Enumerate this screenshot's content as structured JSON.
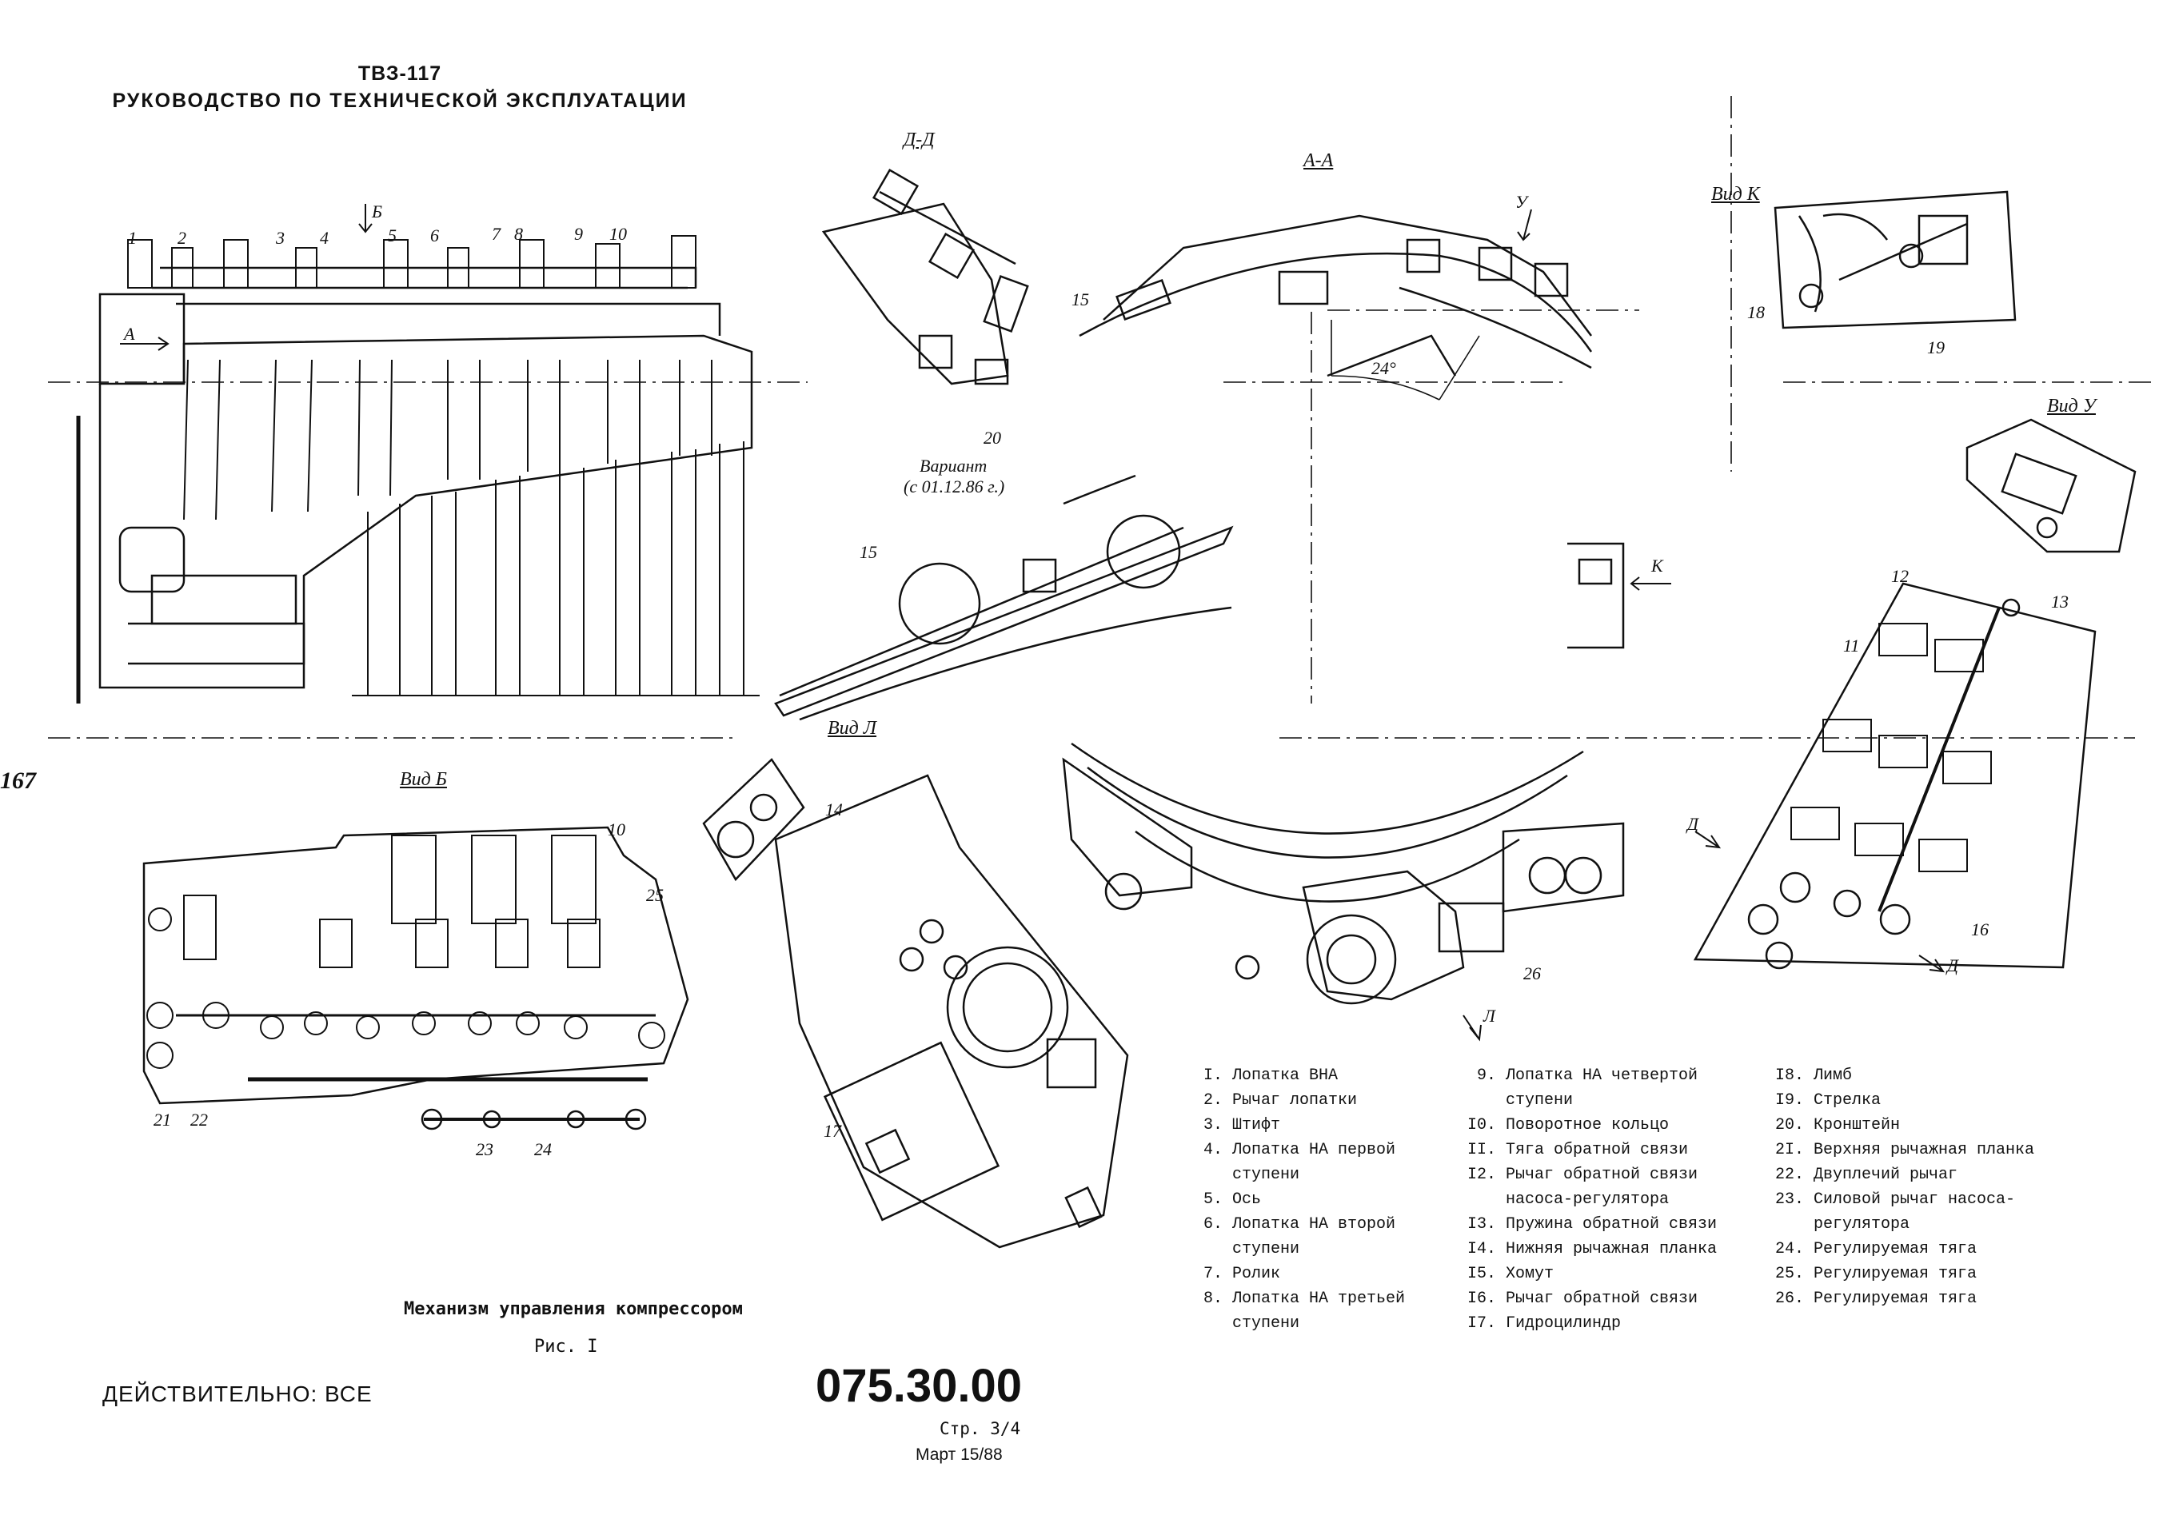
{
  "header": {
    "engine": "ТВЗ-117",
    "manual": "РУКОВОДСТВО ПО ТЕХНИЧЕСКОЙ ЭКСПЛУАТАЦИИ"
  },
  "margin_note": "167",
  "sections": {
    "dd": "Д-Д",
    "aa": "А-А",
    "vid_k": "Вид К",
    "vid_u": "Вид У",
    "vid_b": "Вид Б",
    "vid_l": "Вид Л",
    "variant_line1": "Вариант",
    "variant_line2": "(с 01.12.86 г.)",
    "angle": "24°"
  },
  "view_markers": {
    "b": "Б",
    "a": "А",
    "u": "У",
    "k": "К",
    "d1": "Д",
    "d2": "Д",
    "l": "Л"
  },
  "callouts": {
    "main": [
      "1",
      "2",
      "3",
      "4",
      "5",
      "6",
      "7",
      "8",
      "9",
      "10"
    ],
    "c20": "20",
    "c15a": "15",
    "c15b": "15",
    "c18": "18",
    "c19": "19",
    "c12": "12",
    "c13": "13",
    "c11": "11",
    "c16": "16",
    "c10b": "10",
    "c25": "25",
    "c21": "21",
    "c22": "22",
    "c23": "23",
    "c24": "24",
    "c14": "14",
    "c17": "17",
    "c26": "26"
  },
  "legend": {
    "col1": [
      "I. Лопатка ВНА",
      "2. Рычаг лопатки",
      "3. Штифт",
      "4. Лопатка НА первой",
      "   ступени",
      "5. Ось",
      "6. Лопатка НА второй",
      "   ступени",
      "7. Ролик",
      "8. Лопатка НА третьей",
      "   ступени"
    ],
    "col2": [
      " 9. Лопатка НА четвертой",
      "    ступени",
      "I0. Поворотное кольцо",
      "II. Тяга обратной связи",
      "I2. Рычаг обратной связи",
      "    насоса-регулятора",
      "I3. Пружина обратной связи",
      "I4. Нижняя рычажная планка",
      "I5. Хомут",
      "I6. Рычаг обратной связи",
      "I7. Гидроцилиндр"
    ],
    "col3": [
      "I8. Лимб",
      "I9. Стрелка",
      "20. Кронштейн",
      "2I. Верхняя рычажная планка",
      "22. Двуплечий рычаг",
      "23. Силовой рычаг насоса-",
      "    регулятора",
      "24. Регулируемая тяга",
      "25. Регулируемая тяга",
      "26. Регулируемая тяга"
    ]
  },
  "caption": {
    "title": "Механизм управления компрессором",
    "figure": "Рис. I"
  },
  "footer": {
    "validity": "ДЕЙСТВИТЕЛЬНО: ВСЕ",
    "part_number": "075.30.00",
    "page": "Стр. 3/4",
    "date": "Март 15/88"
  }
}
